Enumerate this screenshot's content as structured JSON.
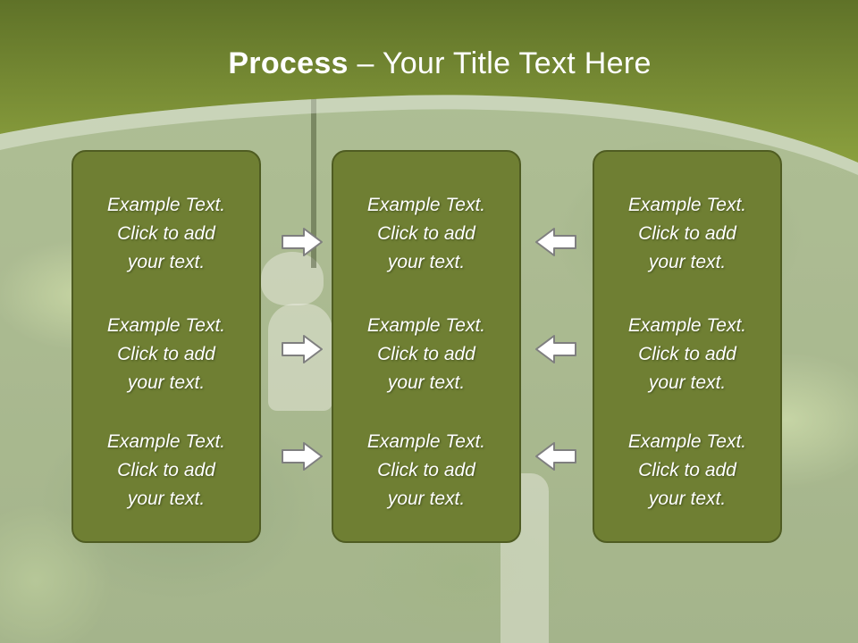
{
  "slide": {
    "title_strong": "Process",
    "title_rest": " – Your Title Text Here"
  },
  "columns": [
    {
      "items": [
        "Example Text.\nClick  to add\nyour text.",
        "Example Text.\nClick  to add\nyour text.",
        "Example Text.\nClick  to add\nyour text."
      ]
    },
    {
      "items": [
        "Example Text.\nClick  to add\nyour text.",
        "Example Text.\nClick  to add\nyour text.",
        "Example Text.\nClick  to add\nyour text."
      ]
    },
    {
      "items": [
        "Example Text.\nClick  to add\nyour text.",
        "Example Text.\nClick  to add\nyour text.",
        "Example Text.\nClick  to add\nyour text."
      ]
    }
  ],
  "arrows": {
    "left_group": "right-arrow-icon",
    "right_group": "left-arrow-icon"
  },
  "colors": {
    "header_dark": "#5f7228",
    "header_light": "#8ba03e",
    "box_fill": "#6f7f33",
    "box_border": "#4f5c22",
    "arrow_fill": "#ffffff",
    "arrow_stroke": "#7f7f7f"
  }
}
